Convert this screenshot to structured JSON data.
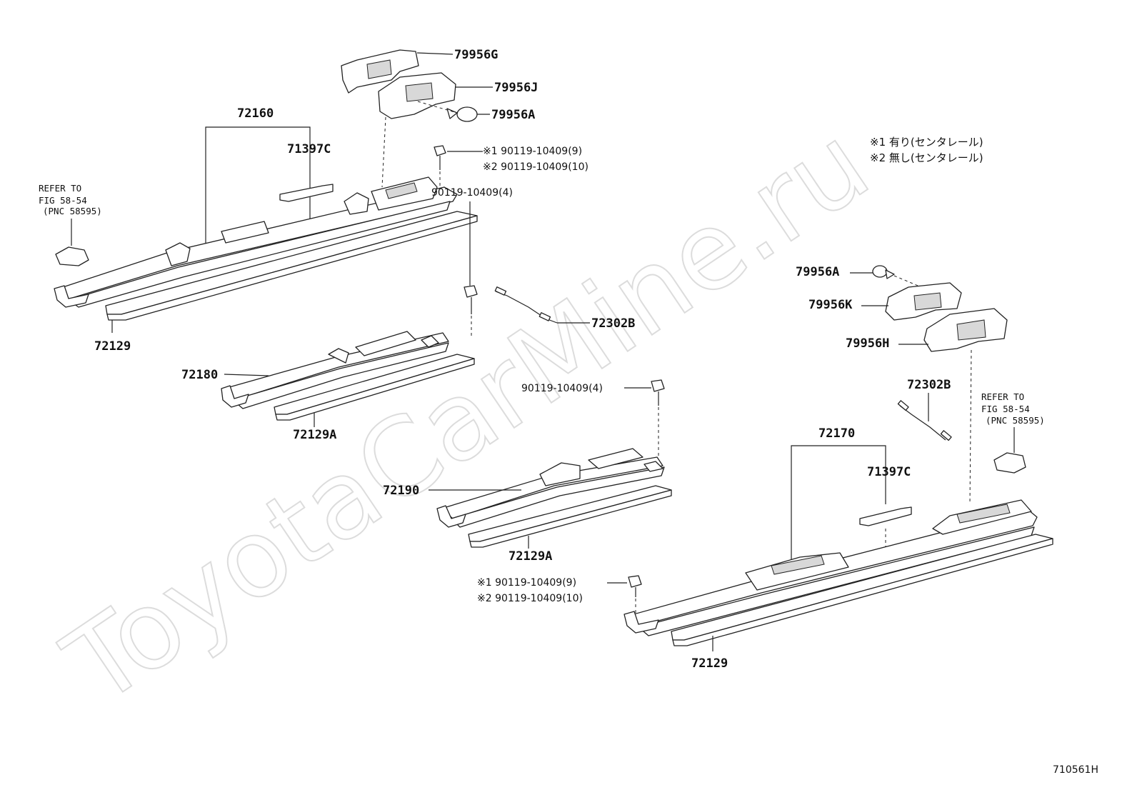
{
  "watermark": "ToyotaCarMine.ru",
  "diagram_code": "710561H",
  "notes": {
    "note1": "※1 有り(センタレール)",
    "note2": "※2 無し(センタレール)"
  },
  "refer_left": {
    "line1": "REFER TO",
    "line2": "FIG 58-54",
    "line3": "(PNC 58595)"
  },
  "refer_right": {
    "line1": "REFER TO",
    "line2": "FIG 58-54",
    "line3": "(PNC 58595)"
  },
  "labels": {
    "p79956G": "79956G",
    "p79956J": "79956J",
    "p79956A_top": "79956A",
    "p72160": "72160",
    "p71397C_left": "71397C",
    "bolt_top_1": "※1 90119-10409(9)",
    "bolt_top_2": "※2 90119-10409(10)",
    "bolt_mid_a": "90119-10409(4)",
    "p72302B_mid": "72302B",
    "p72129_left": "72129",
    "p72180": "72180",
    "p72129A_1": "72129A",
    "bolt_mid_b": "90119-10409(4)",
    "p72190": "72190",
    "p72129A_2": "72129A",
    "bolt_bot_1": "※1 90119-10409(9)",
    "bolt_bot_2": "※2 90119-10409(10)",
    "p79956A_right": "79956A",
    "p79956K": "79956K",
    "p79956H": "79956H",
    "p72302B_right": "72302B",
    "p72170": "72170",
    "p71397C_right": "71397C",
    "p72129_right": "72129"
  }
}
